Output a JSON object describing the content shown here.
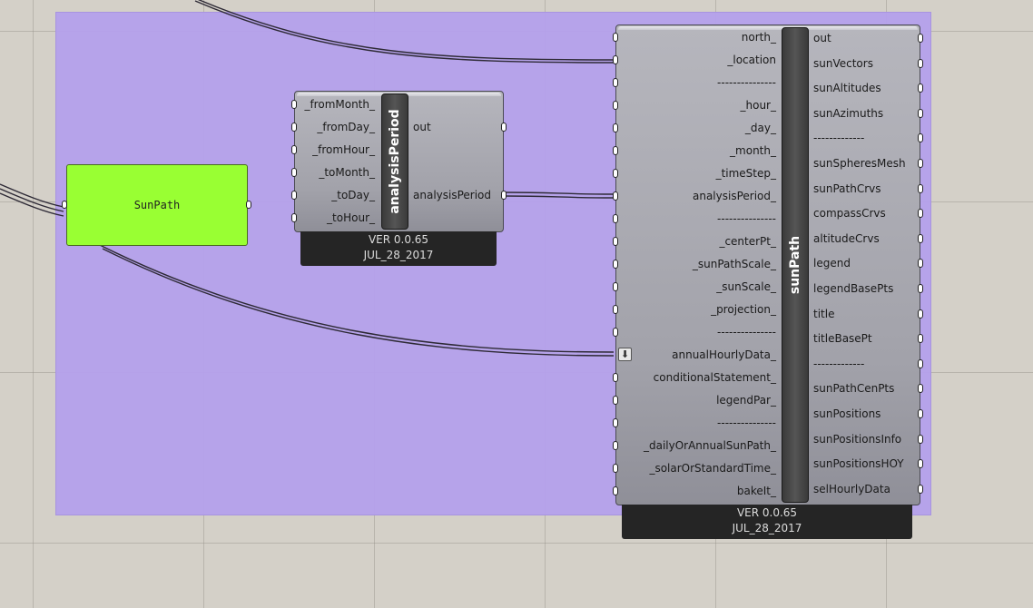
{
  "panel": {
    "text": "SunPath"
  },
  "analysis_period": {
    "title": "analysisPeriod",
    "inputs": [
      "_fromMonth_",
      "_fromDay_",
      "_fromHour_",
      "_toMonth_",
      "_toDay_",
      "_toHour_"
    ],
    "outputs": [
      "out",
      "analysisPeriod"
    ],
    "version": "VER 0.0.65",
    "date": "JUL_28_2017"
  },
  "sun_path": {
    "title": "sunPath",
    "inputs": [
      "north_",
      "_location",
      "---------------",
      "_hour_",
      "_day_",
      "_month_",
      "_timeStep_",
      "analysisPeriod_",
      "---------------",
      "_centerPt_",
      "_sunPathScale_",
      "_sunScale_",
      "_projection_",
      "---------------",
      "annualHourlyData_",
      "conditionalStatement_",
      "legendPar_",
      "---------------",
      "_dailyOrAnnualSunPath_",
      "_solarOrStandardTime_",
      "bakeIt_"
    ],
    "outputs": [
      "out",
      "sunVectors",
      "sunAltitudes",
      "sunAzimuths",
      "-------------",
      "sunSpheresMesh",
      "sunPathCrvs",
      "compassCrvs",
      "altitudeCrvs",
      "legend",
      "legendBasePts",
      "title",
      "titleBasePt",
      "-------------",
      "sunPathCenPts",
      "sunPositions",
      "sunPositionsInfo",
      "sunPositionsHOY",
      "selHourlyData"
    ],
    "version": "VER 0.0.65",
    "date": "JUL_28_2017"
  },
  "colors": {
    "group": "#b4a0ec",
    "panel": "#99ff33",
    "component": "#a8a8b0",
    "wire": "#3a3645"
  }
}
